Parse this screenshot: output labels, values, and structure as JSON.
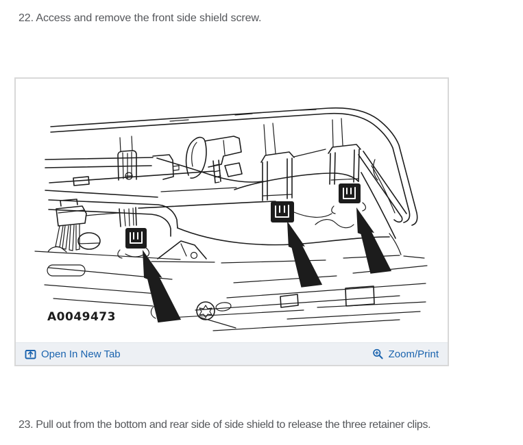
{
  "steps": {
    "above": "22. Access and remove the front side shield screw.",
    "below": "23. Pull out from the bottom and rear side of side shield to release the three retainer clips."
  },
  "figure": {
    "label": "A0049473",
    "description": "Line drawing of engine compartment cowl area with three solid black arrows pointing to the three wiring-harness retainer clips on the side shield"
  },
  "toolbar": {
    "open_in_new_tab": "Open In New Tab",
    "zoom_print": "Zoom/Print",
    "icons": {
      "left": "open-in-new-tab-icon",
      "right": "magnifier-plus-icon"
    }
  },
  "colors": {
    "link": "#1a63ae",
    "toolbar_bg": "#edf0f4",
    "card_border": "#d8d8d8",
    "text": "#54565a",
    "ink": "#1c1c1c"
  }
}
